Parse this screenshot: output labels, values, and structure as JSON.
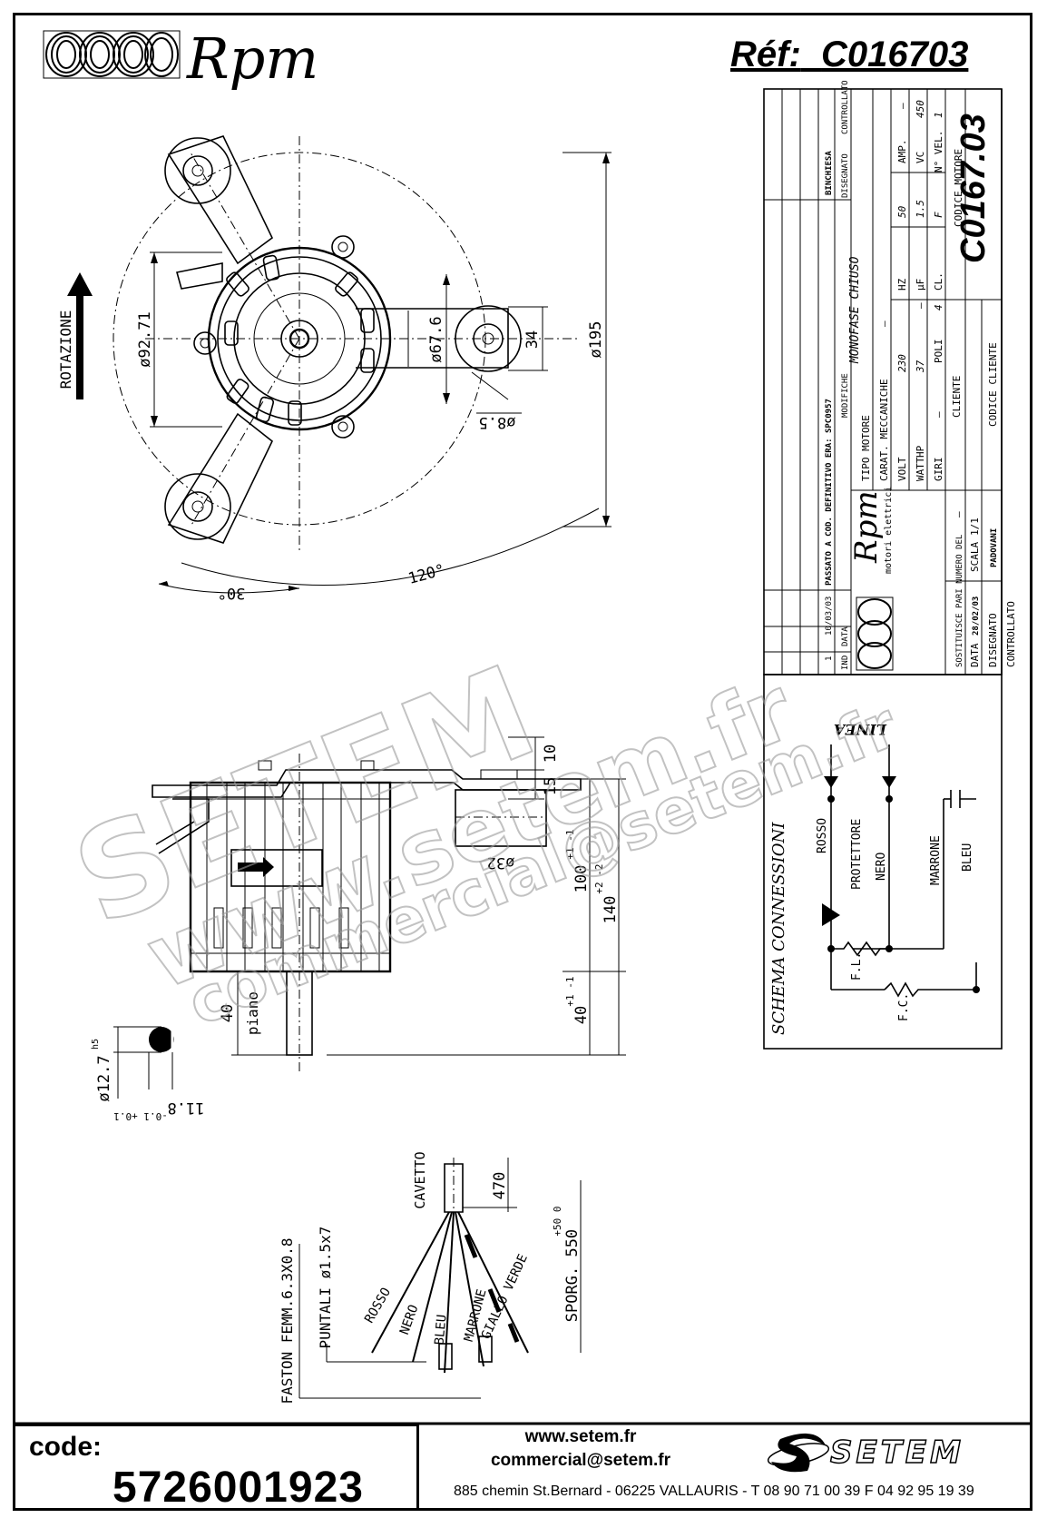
{
  "header": {
    "brand": "Rpm",
    "ref_label": "Réf:",
    "ref_value": "C016703"
  },
  "top_view": {
    "rotation_label": "ROTAZIONE",
    "dim_92_71": "ø92.71",
    "dim_67_6": "ø67.6",
    "dim_34": "34",
    "dim_195": "ø195",
    "dim_8_5": "ø8.5",
    "angle_30": "30°",
    "angle_120": "120°"
  },
  "side_view": {
    "dim_10": "10",
    "dim_15": "15",
    "dim_32": "ø32",
    "dim_100": "100",
    "dim_100_tol": "+1 -1",
    "dim_140": "140",
    "dim_140_tol": "+2 -2",
    "dim_40_right": "40",
    "dim_40_right_tol": "+1 -1",
    "dim_40_left": "40",
    "piano": "piano",
    "shaft_dia": "ø12.7",
    "shaft_fit": "h5",
    "flat": "11.8",
    "flat_tol": "-0.1 +0.1"
  },
  "cable": {
    "cavetto": "CAVETTO",
    "dim_470": "470",
    "sporg": "SPORG. 550",
    "sporg_tol": "+50 0",
    "faston": "FASTON FEMM.6.3X0.8",
    "puntali": "PUNTALI ø1.5x7",
    "wires": [
      "ROSSO",
      "NERO",
      "BLEU",
      "MARRONE",
      "GIALLO VERDE"
    ]
  },
  "title_block": {
    "rev_ind": "1",
    "rev_date": "10/03/03",
    "rev_text": "PASSATO A COD. DEFINITIVO ERA: SPC0957",
    "rev_sign": "BINCHIESA",
    "col_ind": "IND",
    "col_data": "DATA",
    "col_modifiche": "MODIFICHE",
    "col_disegnato": "DISEGNATO",
    "col_controllato": "CONTROLLATO",
    "tipo_motore_label": "TIPO MOTORE",
    "tipo_motore": "MONOFASE CHIUSO",
    "carat_label": "CARAT. MECCANICHE",
    "carat_value": "—",
    "volt_label": "VOLT",
    "volt": "230",
    "hz_label": "HZ",
    "hz": "50",
    "amp_label": "AMP.",
    "amp": "—",
    "watt_label": "WATT",
    "watt": "37",
    "hp_label": "HP",
    "hp": "—",
    "uf_label": "μF",
    "uf": "1.5",
    "vc_label": "VC",
    "vc": "450",
    "giri_label": "GIRI",
    "giri": "—",
    "poli_label": "POLI",
    "poli": "4",
    "cl_label": "CL.",
    "cl": "F",
    "nvel_label": "N° VEL.",
    "nvel": "1",
    "cliente_label": "CLIENTE",
    "codice_motore_label": "CODICE MOTORE",
    "codice_motore": "C0167.03",
    "codice_cliente_label": "CODICE CLIENTE",
    "sostituisce_label": "SOSTITUISCE PARI NUMERO DEL",
    "sostituisce_value": "—",
    "data_label": "DATA",
    "data_value": "28/02/03",
    "scala_label": "SCALA",
    "scala_value": "1/1",
    "disegnato_label": "DISEGNATO",
    "disegnato_value": "PADOVANI",
    "controllato_label": "CONTROLLATO",
    "rpm_brand": "Rpm",
    "rpm_sub": "motori elettrici"
  },
  "schema": {
    "title": "SCHEMA CONNESSIONI",
    "linea": "LINEA",
    "rosso": "ROSSO",
    "protettore": "PROTETTORE",
    "nero": "NERO",
    "marrone": "MARRONE",
    "bleu": "BLEU",
    "fl": "F.L.",
    "fc": "F.C."
  },
  "watermark": {
    "line1": "www.setem.fr",
    "line2": "SETEM",
    "line3": "commercial@setem.fr"
  },
  "footer": {
    "code_label": "code:",
    "code_value": "5726001923",
    "website": "www.setem.fr",
    "email": "commercial@setem.fr",
    "address": "885 chemin St.Bernard  -  06225 VALLAURIS  -  T 08 90 71 00 39   F 04 92 95 19 39",
    "logo": "SETEM"
  }
}
